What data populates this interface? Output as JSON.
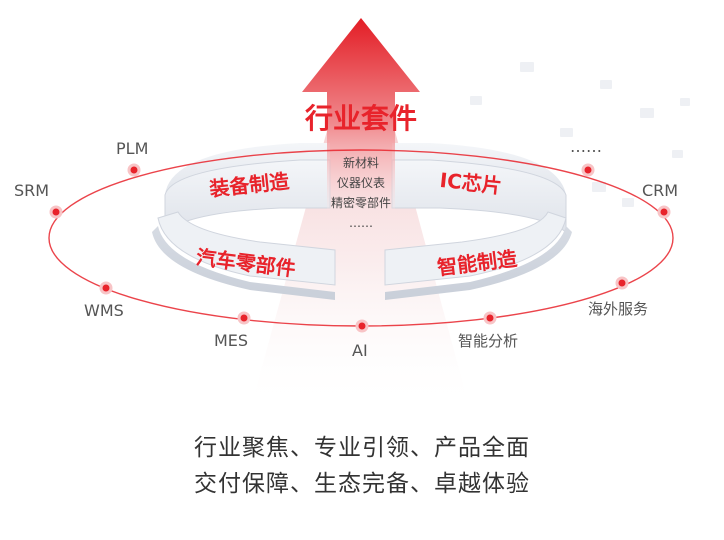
{
  "diagram": {
    "arrow_label": "行业套件",
    "center_items": [
      "新材料",
      "仪器仪表",
      "精密零部件",
      "……"
    ],
    "segments": {
      "top_left": "装备制造",
      "top_right": "IC芯片",
      "bottom_left": "汽车零部件",
      "bottom_right": "智能制造"
    },
    "orbit_nodes": {
      "plm": "PLM",
      "srm": "SRM",
      "wms": "WMS",
      "mes": "MES",
      "ai": "AI",
      "analytics": "智能分析",
      "overseas": "海外服务",
      "crm": "CRM",
      "more": "……"
    },
    "colors": {
      "accent": "#e8232b",
      "node_text": "#555555",
      "band": "#e9ecf1"
    }
  },
  "tagline": {
    "line1": "行业聚焦、专业引领、产品全面",
    "line2": "交付保障、生态完备、卓越体验"
  }
}
